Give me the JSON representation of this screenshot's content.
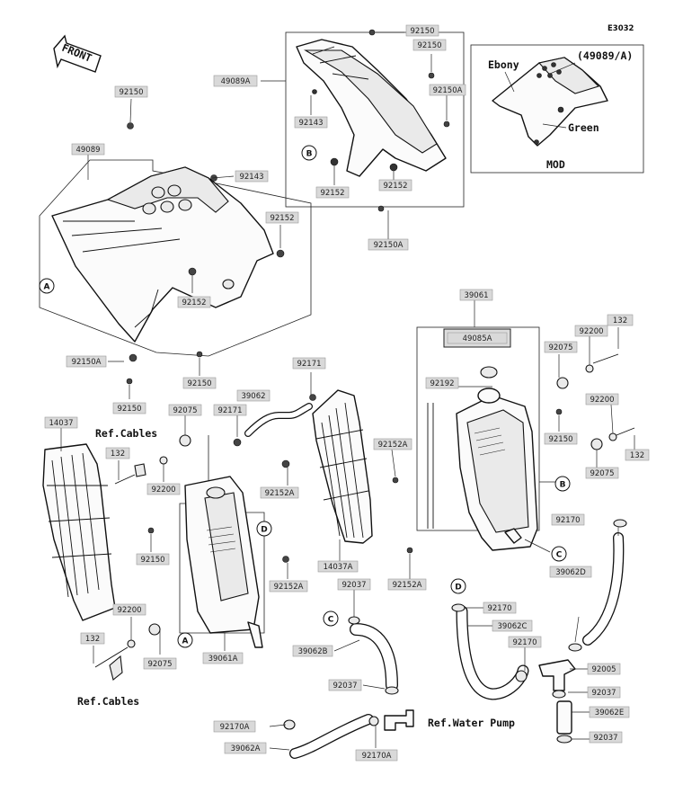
{
  "diagram_code": "E3032",
  "front_label": "FRONT",
  "variant_note": "(49089/A)",
  "ebony_label": "Ebony",
  "green_label": "Green",
  "mod_label": "MOD",
  "ref_cables_upper": "Ref.Cables",
  "ref_cables_lower": "Ref.Cables",
  "ref_water_pump": "Ref.Water Pump",
  "circle_letters": [
    "A",
    "A",
    "B",
    "B",
    "C",
    "C",
    "D",
    "D"
  ],
  "part_numbers": [
    "92150",
    "92150",
    "92143",
    "92152",
    "92152",
    "92150A",
    "49089A",
    "92150A",
    "92150",
    "49089",
    "92143",
    "92152",
    "92152",
    "92150A",
    "92150",
    "39061",
    "49085A",
    "132",
    "92200",
    "92075",
    "92171",
    "39062",
    "92192",
    "92150",
    "92200",
    "92075",
    "132",
    "14037",
    "132",
    "92200",
    "92075",
    "92171",
    "92152A",
    "92150",
    "92152A",
    "92152A",
    "14037A",
    "92152A",
    "92170",
    "39062D",
    "92170",
    "92037",
    "39062C",
    "92170",
    "39062B",
    "92005",
    "92037",
    "92037",
    "92037",
    "39062E",
    "92200",
    "132",
    "92075",
    "39061A",
    "92170A",
    "39062A",
    "92170A",
    "92150"
  ]
}
